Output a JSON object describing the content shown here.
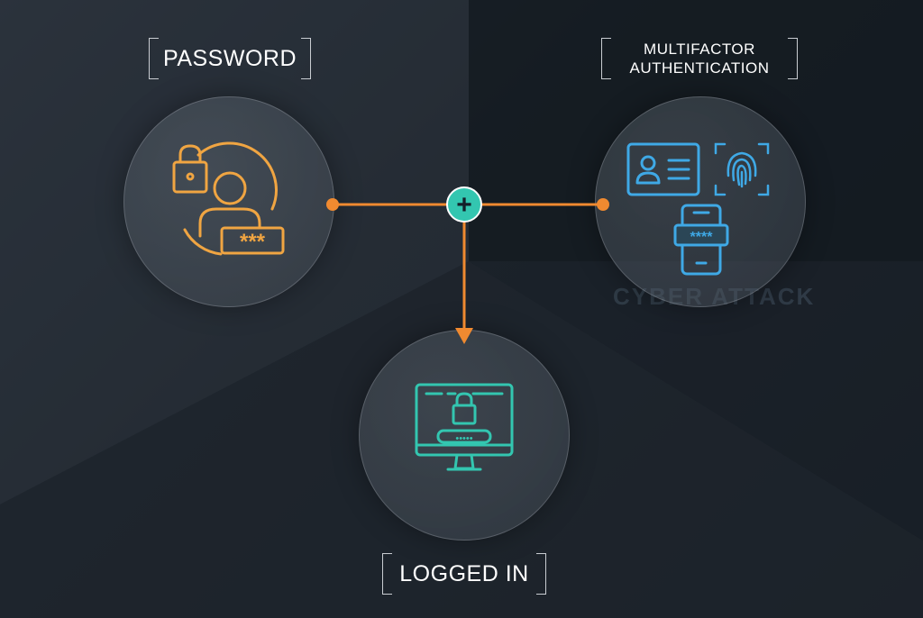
{
  "labels": {
    "password": "PASSWORD",
    "mfa_line1": "MULTIFACTOR",
    "mfa_line2": "AUTHENTICATION",
    "logged_in": "LOGGED IN"
  },
  "icon_codes": {
    "password_mask": "***",
    "phone_code": "****",
    "monitor_dots": "•••••"
  },
  "background_text": "CYBER ATTACK",
  "plus_symbol": "+",
  "colors": {
    "orange": "#f08a30",
    "teal": "#33c6b0",
    "blue": "#3fa9e6",
    "label_text": "#ffffff",
    "bracket": "#c9cdd2"
  },
  "icons": [
    "person-lock-icon",
    "id-card-icon",
    "fingerprint-icon",
    "smartphone-code-icon",
    "monitor-lock-icon"
  ]
}
